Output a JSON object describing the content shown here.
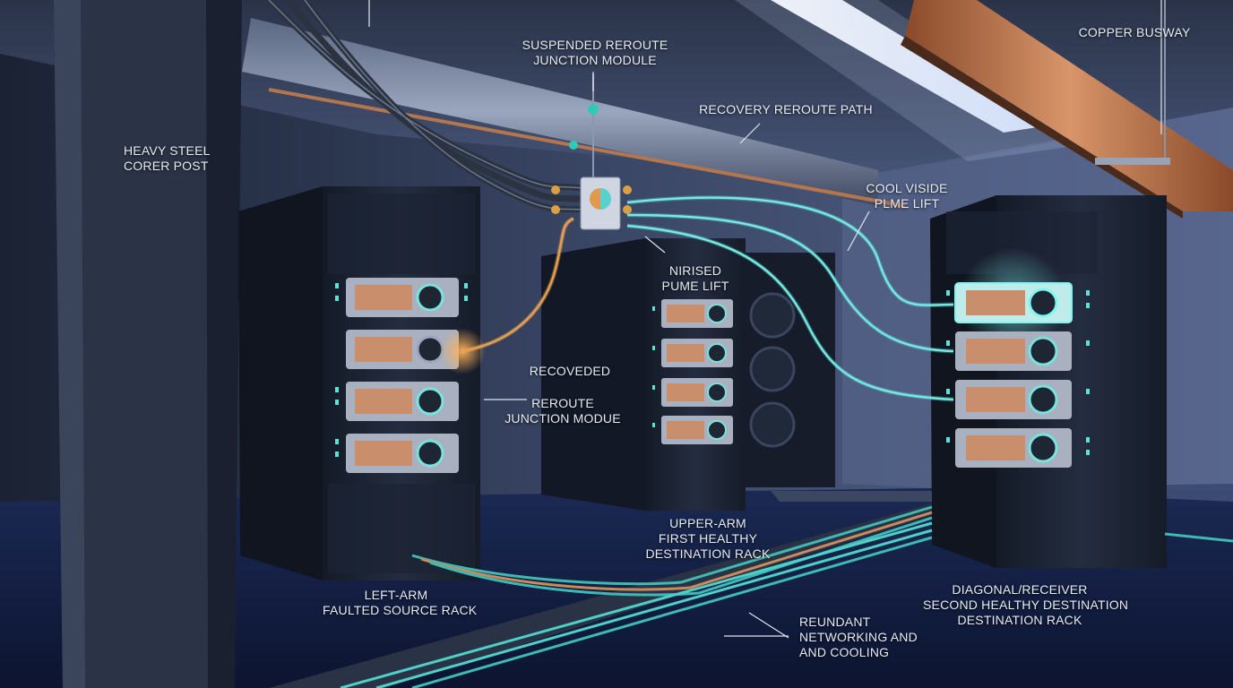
{
  "labels": {
    "suspended_module": [
      "SUSPENDED REROUTE",
      "JUNCTION MODULE"
    ],
    "recovery_path": "RECOVERY REROUTE PATH",
    "copper_busway": "COPPER BUSWAY",
    "corner_post": [
      "HEAVY STEEL",
      "CORER POST"
    ],
    "cool_plume": [
      "COOL VISIDE",
      "PLME LIFT"
    ],
    "nirised_plume": [
      "NIRISED",
      "PUME LIFT"
    ],
    "recoveded": "RECOVEDED",
    "reroute_junction": [
      "REROUTE",
      "JUNCTION MODUE"
    ],
    "left_arm": {
      "title": "LEFT-ARM",
      "subtitle": "FAULTED SOURCE RACK"
    },
    "upper_arm": {
      "title": "UPPER-ARM",
      "subtitle": [
        "FIRST HEALTHY",
        "DESTINATION RACK"
      ]
    },
    "diagonal": {
      "title": "DIAGONAL/RECEIVER",
      "subtitle": [
        "SECOND HEALTHY DESTINATION",
        "DESTINATION RACK"
      ]
    },
    "redundant": [
      "REUNDANT",
      "NETWORKING AND",
      "AND COOLING"
    ]
  },
  "colors": {
    "warm_pipe": "#e8a050",
    "cool_pipe": "#5fd9d6",
    "rack_body": "#1b2231",
    "copper": "#b86f44"
  }
}
